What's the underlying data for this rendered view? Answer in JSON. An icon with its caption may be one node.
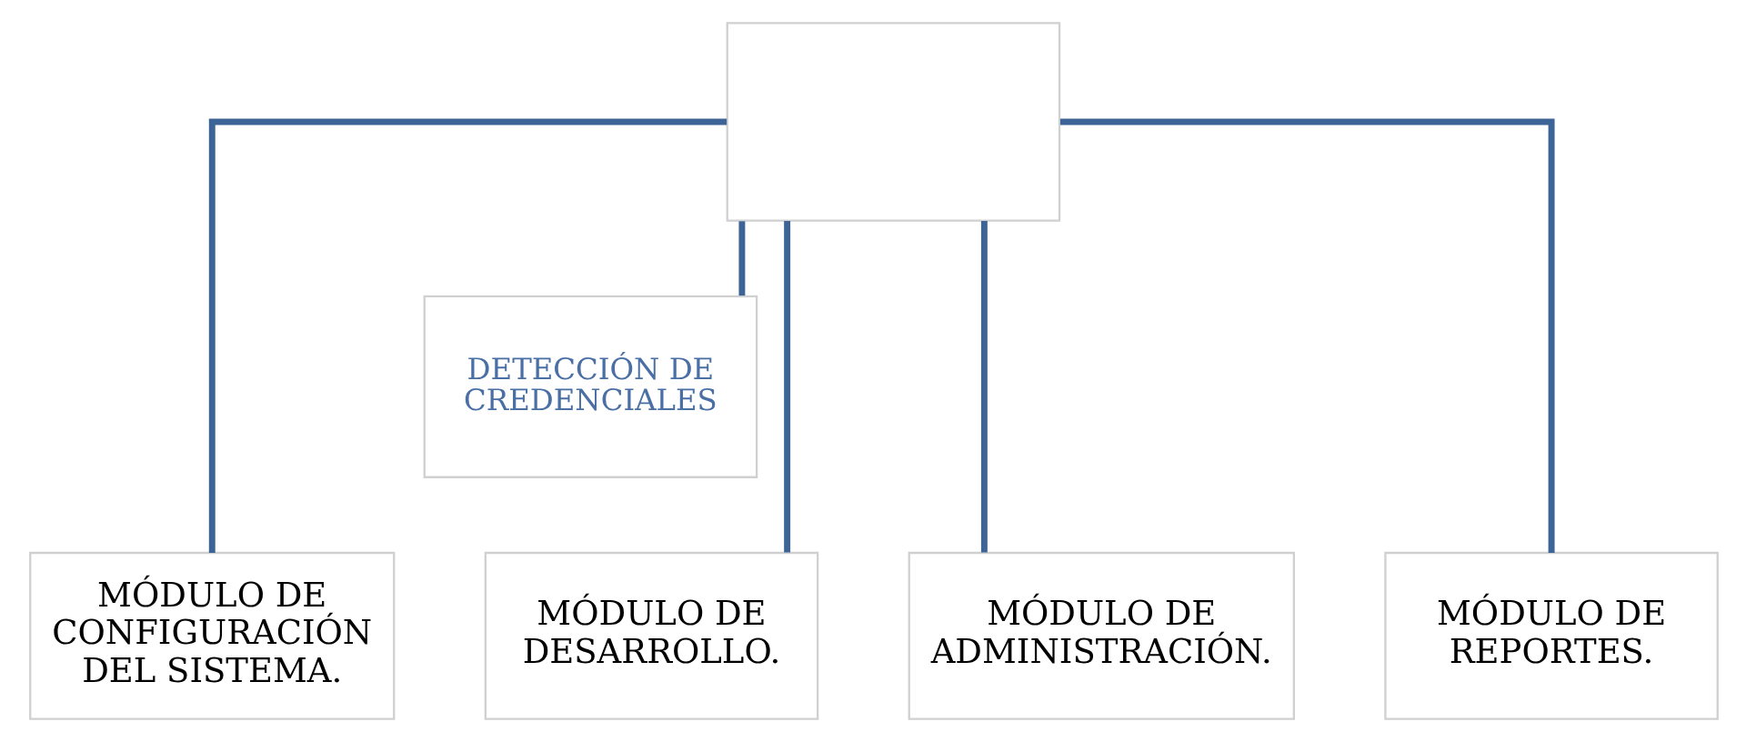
{
  "diagram": {
    "nodes": [
      {
        "text": [],
        "shape": "box"
      },
      {
        "text": [
          "DETECCIÓN DE CREDENCIALES"
        ]
      },
      {
        "text": [
          "MÓDULO DE CONFIGURACIÓN DEL SISTEMA."
        ]
      },
      {
        "text": [
          "MÓDULO DE DESARROLLO."
        ]
      },
      {
        "text": [
          "MÓDULO DE ADMINISTRACIÓN."
        ]
      },
      {
        "text": [
          "MÓDULO DE REPORTES."
        ]
      }
    ],
    "edges": [
      {
        "from": 0,
        "to": 1,
        "arrow": "none"
      },
      {
        "from": 0,
        "to": 2,
        "arrow": "none"
      },
      {
        "from": 0,
        "to": 3,
        "arrow": "none"
      },
      {
        "from": 0,
        "to": 4,
        "arrow": "none"
      },
      {
        "from": 0,
        "to": 5,
        "arrow": "none"
      }
    ]
  }
}
